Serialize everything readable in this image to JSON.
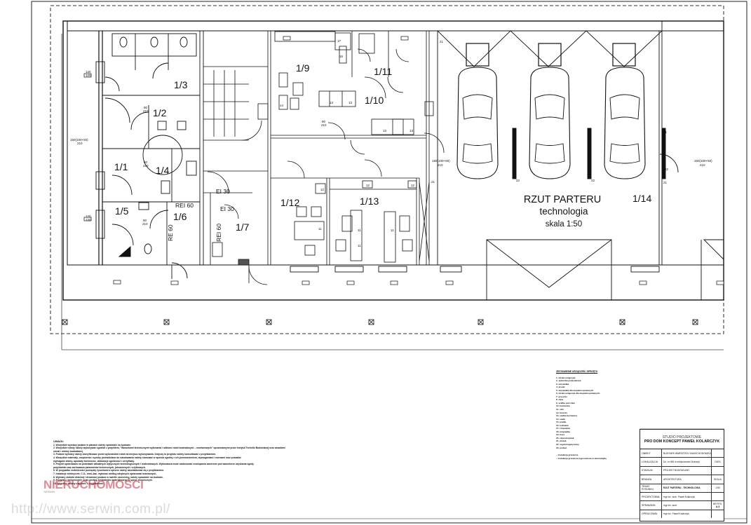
{
  "plan_title": {
    "line1": "RZUT PARTERU",
    "line2": "technologia",
    "line3": "skala 1:50"
  },
  "rooms": [
    "1/1",
    "1/2",
    "1/3",
    "1/4",
    "1/5",
    "1/6",
    "1/7",
    "1/9",
    "1/10",
    "1/11",
    "1/12",
    "1/13",
    "1/14"
  ],
  "door_labels": {
    "d1": "150(100+50)",
    "d1b": "210",
    "d2": "150(100+50)",
    "d2b": "210",
    "d3": "150(100+50)",
    "d3b": "210",
    "w1": "120",
    "w1b": "120",
    "w2": "120",
    "w2b": "120",
    "i1": "90",
    "i1b": "210",
    "i2": "90",
    "i2b": "210",
    "i3": "90",
    "i3b": "210",
    "i4": "90",
    "i4b": "210",
    "rei1": "REI 60",
    "rei2": "REI 60",
    "rei3": "RE 60",
    "ei1": "EI 30",
    "ei2": "EI 30"
  },
  "equip_numbers": {
    "n13a": "13",
    "n13b": "13",
    "n13c": "13",
    "n13d": "13",
    "n14": "14",
    "n16": "16",
    "n17": "17",
    "n11a": "11",
    "n11b": "11",
    "n11c": "11",
    "n11d": "11",
    "n12a": "12",
    "n12b": "12",
    "n12c": "12",
    "n21a": "21",
    "n21b": "21",
    "n21c": "21",
    "n21d": "21",
    "n22a": "22",
    "n22b": "22",
    "n22c": "22"
  },
  "notes": {
    "heading": "UWAGI:",
    "lines": [
      "1. Wszystkie wymiary podane w planach należy sprawdzić na budowie.",
      "2. Wszystkie roboty należy wykonywać zgodnie z projektem, \"Warunkami technicznymi wykonania i odbioru robót budowlanych – montażowych\" opracowanymi przez Instytut Techniki Budowlanej oraz zasadami",
      "   sztuki i wiedzy budowlanej.",
      "3. Podane wymiary należy zweryfikować przed wykonaniem robót na miejscu wykonywania. Dotyczy to projektu należy konsultować z projektantem.",
      "4. Wszystkie materiały, urządzenia i wyroby przewidziane do wbudowania należy stosować w sposób zgodny z ich przeznaczeniem, wymaganiami i normami oraz posiadać",
      "   wymagane atesty, aprobaty techniczne, deklaracje zgodności i certyfikaty.",
      "5. Projekt opracowano na podstawie aktualnych wytycznych technologicznych i materiałowych. Wykonawca może zastosować rozwiązania zamienne pod warunkiem uzyskania zgody",
      "   projektanta oraz zachowania parametrów technicznych, jakościowych i użytkowych.",
      "6. W przypadku rozbieżności pomiędzy rysunkami a opisem należy skontaktować się z projektantem.",
      "7. Instalacje elektryczne, C.O., wod.-kan. wykonać według odrębnych opracowań branżowych.",
      "8. Wymiary stolarki okiennej i drzwiowej podane w świetle ościeżnicy, należy sprawdzić na budowie.",
      "9. Posadzki i wykończenie ścian według zestawienia materiałowego w opisie technicznym.",
      "10. Wszelkie zmiany uzgodnić z projektantem."
    ]
  },
  "legend": {
    "heading": "ZESTAWIENIE URZĄDZEŃ I SPRZĘTU",
    "items": [
      "1. miska ustępowa",
      "2. spłuczka podtynkowa",
      "3. umywalka",
      "4. pisuar",
      "5. umywalka dla niepełnosprawnych",
      "6. miska ustępowa dla niepełnosprawnych",
      "7. prysznic",
      "8. zlew",
      "9. szafka pod zlew",
      "10. kuchenka",
      "11. stół",
      "12. krzesło",
      "13. szafka kuchenna",
      "14. szafa",
      "15. pralka",
      "16. lodówka",
      "17. zmywarka",
      "18. umywalka",
      "19. kosz",
      "20. zlewozmywak",
      "21. wózek",
      "22. regał magazynowy",
      "23. podest"
    ],
    "sym1": "– instalacja grzewcza",
    "sym2": "– instalacja grzewcza wyposażona w automatykę"
  },
  "title_block": {
    "studio1": "STUDIO PROJEKTOWE",
    "studio2": "PRO DOM KONCEPT PAWEŁ KOLARCZYK",
    "rows": [
      {
        "k": "OBIEKT",
        "v": "BUDYNEK WARSZTATU SAMOCHODOWEGO",
        "c1": "",
        "c2": ""
      },
      {
        "k": "LOKALIZACJA",
        "v": "Dz. nr 459 w miejscowości Dobrzyń",
        "c1": "DATA",
        "c2": ""
      },
      {
        "k": "STADIUM",
        "v": "PROJEKT BUDOWLANY",
        "c1": "",
        "c2": ""
      },
      {
        "k": "BRANŻA",
        "v": "ARCHITEKTURA",
        "c1": "SKALA",
        "c2": ""
      },
      {
        "k": "TEMAT RYSUNKU",
        "v": "RZUT PARTERU - TECHNOLOGIA",
        "c1": "1:50",
        "c2": ""
      },
      {
        "k": "PROJEKTOWAŁ",
        "v": "mgr inż. arch. Paweł Kolarczyk",
        "c1": "",
        "c2": ""
      },
      {
        "k": "SPRAWDZIŁ",
        "v": "mgr inż. arch.",
        "c1": "NR RYS.",
        "c2": "A-3"
      },
      {
        "k": "OPRACOWAŁ",
        "v": "mgr inż. Paweł Kolarczyk",
        "c1": "",
        "c2": ""
      }
    ]
  },
  "watermark": {
    "logo": "NIERUCHOMOŚCI",
    "logo_sub": "SERWIN",
    "url": "http://www.serwin.com.pl/"
  }
}
